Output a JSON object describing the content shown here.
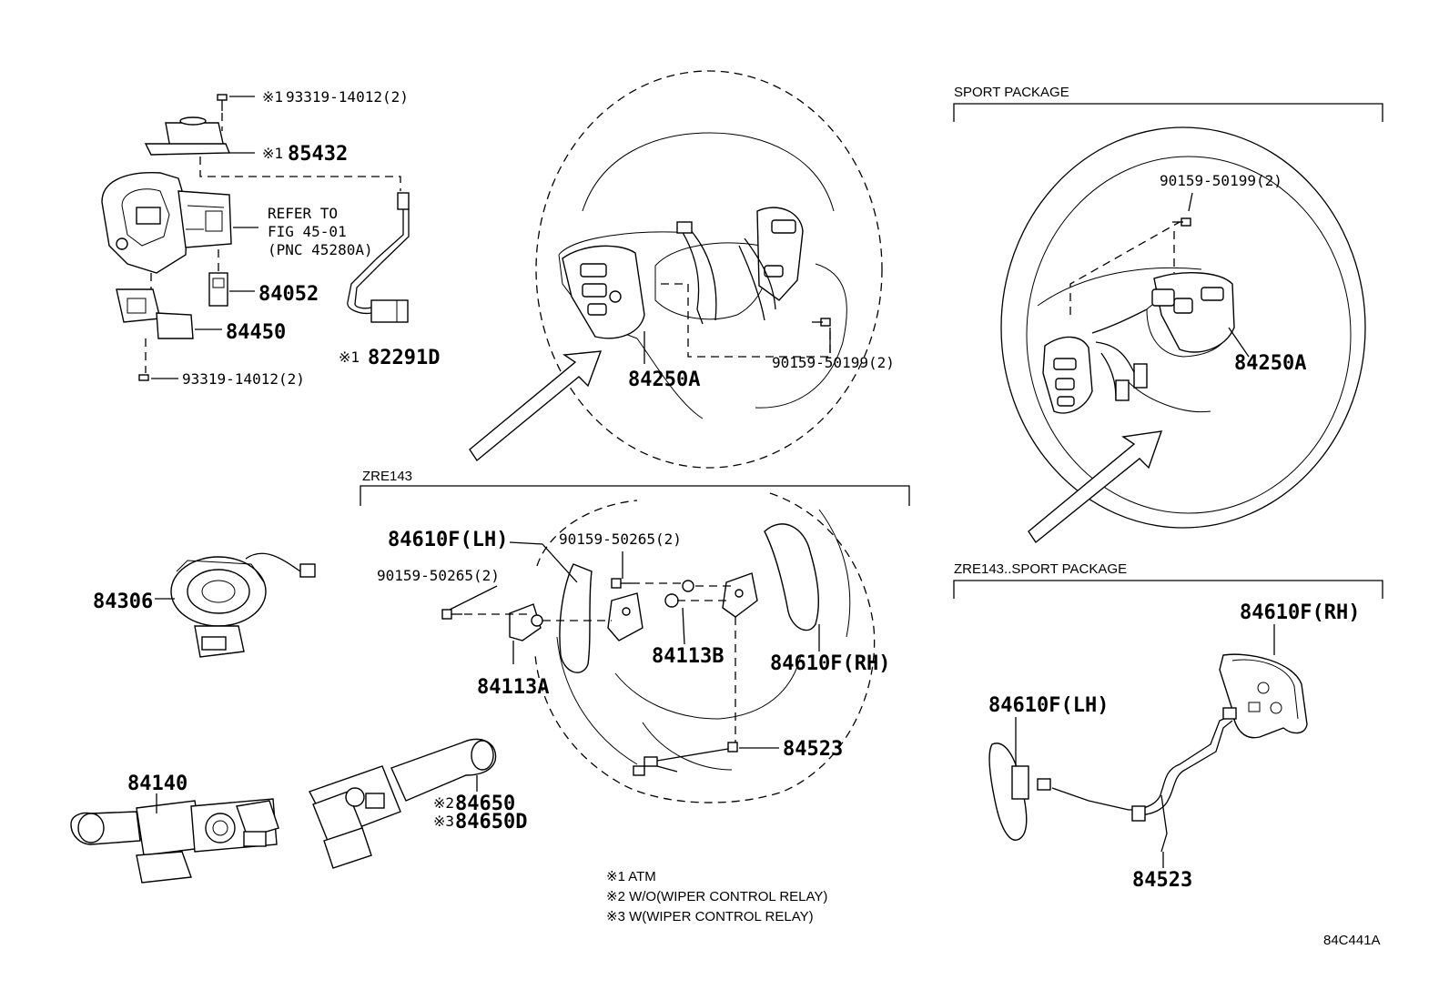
{
  "sections": {
    "sport_package": "SPORT PACKAGE",
    "zre143": "ZRE143",
    "zre143_sport": "ZRE143..SPORT PACKAGE"
  },
  "refer": {
    "line1": "REFER TO",
    "line2": "FIG 45-01",
    "line3": "(PNC 45280A)"
  },
  "parts": {
    "p93319_top": "93319-14012(2)",
    "p85432": "85432",
    "p84052": "84052",
    "p84450": "84450",
    "p82291d": "82291D",
    "p93319_bottom": "93319-14012(2)",
    "p84250a_main": "84250A",
    "p90159_50199_main": "90159-50199(2)",
    "p90159_50199_sport": "90159-50199(2)",
    "p84250a_sport": "84250A",
    "p84610f_lh": "84610F(LH)",
    "p90159_50265_a": "90159-50265(2)",
    "p90159_50265_b": "90159-50265(2)",
    "p84113b": "84113B",
    "p84113a": "84113A",
    "p84610f_rh": "84610F(RH)",
    "p84523": "84523",
    "p84306": "84306",
    "p84140": "84140",
    "p84650": "84650",
    "p84650d": "84650D",
    "p84610f_rh_sport": "84610F(RH)",
    "p84610f_lh_sport": "84610F(LH)",
    "p84523_sport": "84523"
  },
  "markers": {
    "m1": "※1",
    "m2": "※2",
    "m3": "※3"
  },
  "notes": {
    "n1": "※1 ATM",
    "n2": "※2 W/O(WIPER CONTROL RELAY)",
    "n3": "※3 W(WIPER CONTROL RELAY)"
  },
  "figure_code": "84C441A"
}
